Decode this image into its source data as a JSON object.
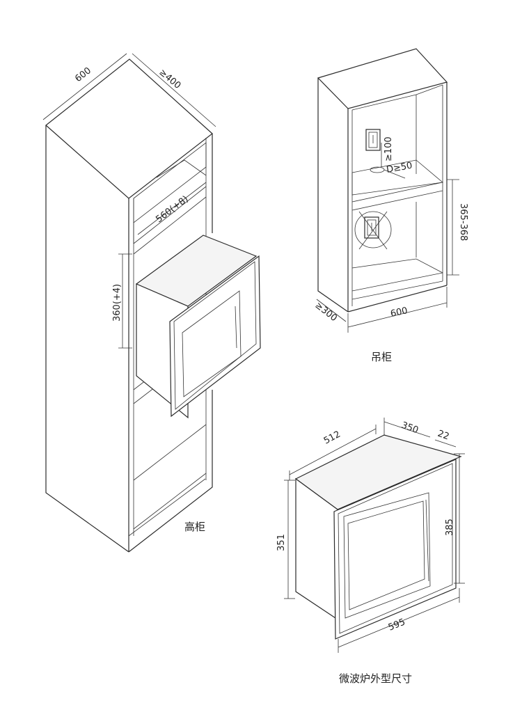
{
  "tall_cabinet": {
    "caption": "高柜",
    "dim_width": "600",
    "dim_depth": "≥400",
    "dim_opening_width": "560(+8)",
    "dim_opening_height": "360(+4)"
  },
  "wall_cabinet": {
    "caption": "吊柜",
    "dim_gap_top": "≥100",
    "dim_gap_d": "D≥50",
    "dim_height_range": "365-368",
    "dim_width": "600",
    "dim_depth": "≥300"
  },
  "microwave": {
    "caption": "微波炉外型尺寸",
    "dim_body_width": "512",
    "dim_depth": "350",
    "dim_frame_thickness": "22",
    "dim_body_height": "351",
    "dim_frame_height": "385",
    "dim_frame_width": "595"
  }
}
